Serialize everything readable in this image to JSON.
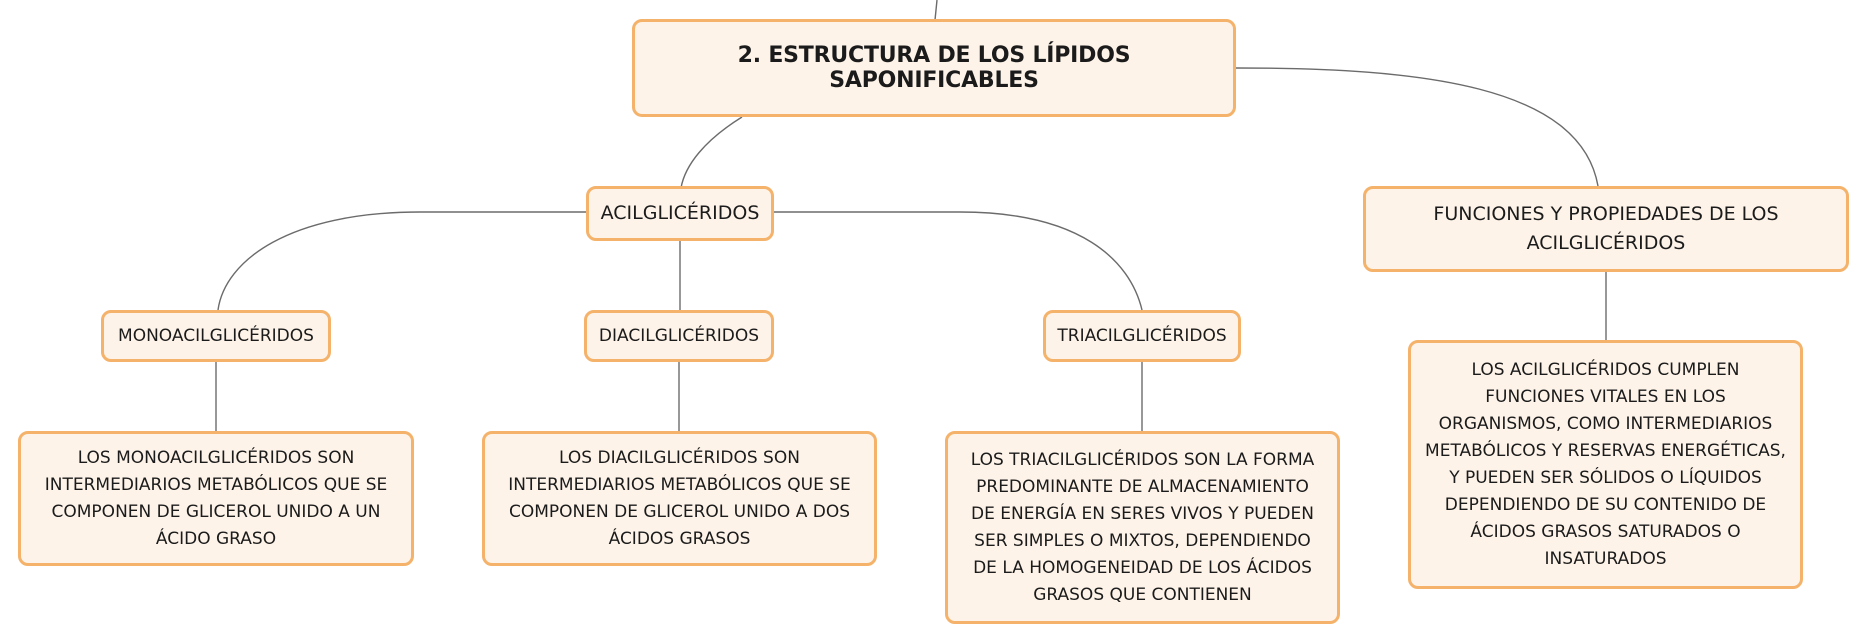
{
  "diagram": {
    "root": {
      "label": "2. ESTRUCTURA DE LOS LÍPIDOS SAPONIFICABLES"
    },
    "acilgliceridos": {
      "label": "ACILGLICÉRIDOS"
    },
    "funciones": {
      "label": "FUNCIONES Y PROPIEDADES DE LOS ACILGLICÉRIDOS"
    },
    "mono": {
      "label": "MONOACILGLICÉRIDOS",
      "description": "LOS MONOACILGLICÉRIDOS SON INTERMEDIARIOS METABÓLICOS QUE SE COMPONEN DE GLICEROL UNIDO A UN ÁCIDO GRASO"
    },
    "di": {
      "label": "DIACILGLICÉRIDOS",
      "description": "LOS DIACILGLICÉRIDOS SON INTERMEDIARIOS METABÓLICOS QUE SE COMPONEN DE GLICEROL UNIDO A DOS ÁCIDOS GRASOS"
    },
    "tri": {
      "label": "TRIACILGLICÉRIDOS",
      "description": "LOS TRIACILGLICÉRIDOS SON LA FORMA PREDOMINANTE DE ALMACENAMIENTO DE ENERGÍA EN SERES VIVOS Y PUEDEN SER SIMPLES O MIXTOS, DEPENDIENDO DE LA HOMOGENEIDAD DE LOS ÁCIDOS GRASOS QUE CONTIENEN"
    },
    "funciones_detail": {
      "description": "LOS ACILGLICÉRIDOS CUMPLEN FUNCIONES VITALES EN LOS ORGANISMOS, COMO INTERMEDIARIOS METABÓLICOS Y RESERVAS ENERGÉTICAS, Y PUEDEN SER SÓLIDOS O LÍQUIDOS DEPENDIENDO DE SU CONTENIDO DE ÁCIDOS GRASOS SATURADOS O INSATURADOS"
    }
  },
  "colors": {
    "node_fill": "#fdf3e9",
    "node_border": "#f4b26a",
    "connector": "#6b6b6b",
    "text": "#1b1b1b"
  }
}
